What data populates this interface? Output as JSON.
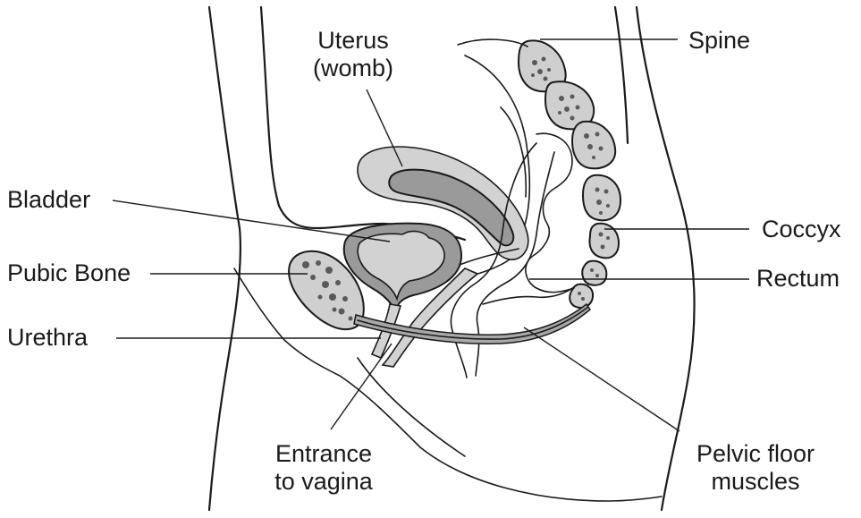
{
  "labels": {
    "spine": "Spine",
    "uterus_line1": "Uterus",
    "uterus_line2": "(womb)",
    "bladder": "Bladder",
    "coccyx": "Coccyx",
    "pubic_bone": "Pubic Bone",
    "rectum": "Rectum",
    "urethra": "Urethra",
    "vagina_line1": "Entrance",
    "vagina_line2": "to vagina",
    "pelvic_line1": "Pelvic floor",
    "pelvic_line2": "muscles"
  },
  "colors": {
    "outline": "#1a1a1a",
    "organ_fill": "#9a9a9a",
    "organ_light": "#d2d2d2",
    "bone_fill": "#cfcfcf",
    "background": "#ffffff"
  }
}
